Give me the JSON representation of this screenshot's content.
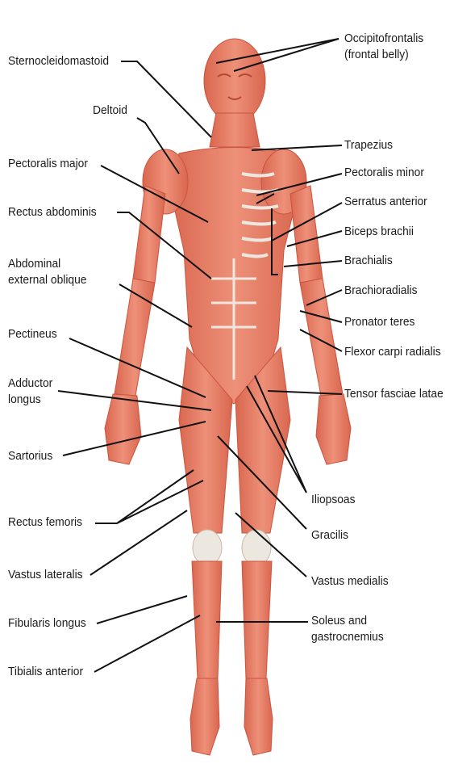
{
  "figure": {
    "colors": {
      "muscle": "#e8806a",
      "muscle_dark": "#c9553f",
      "tendon": "#e6e2da",
      "bone": "#ece8e0",
      "line": "#111111"
    }
  },
  "labels": {
    "left": {
      "sternocleidomastoid": "Sternocleidomastoid",
      "deltoid": "Deltoid",
      "pectoralis_major": "Pectoralis major",
      "rectus_abdominis": "Rectus abdominis",
      "abdominal_external_oblique_1": "Abdominal",
      "abdominal_external_oblique_2": "external oblique",
      "pectineus": "Pectineus",
      "adductor_longus_1": "Adductor",
      "adductor_longus_2": "longus",
      "sartorius": "Sartorius",
      "rectus_femoris": "Rectus femoris",
      "vastus_lateralis": "Vastus lateralis",
      "fibularis_longus": "Fibularis longus",
      "tibialis_anterior": "Tibialis anterior"
    },
    "right": {
      "occipitofrontalis_1": "Occipitofrontalis",
      "occipitofrontalis_2": "(frontal belly)",
      "trapezius": "Trapezius",
      "pectoralis_minor": "Pectoralis minor",
      "serratus_anterior": "Serratus anterior",
      "biceps_brachii": "Biceps brachii",
      "brachialis": "Brachialis",
      "brachioradialis": "Brachioradialis",
      "pronator_teres": "Pronator teres",
      "flexor_carpi_radialis": "Flexor carpi radialis",
      "tensor_fasciae_latae": "Tensor fasciae latae",
      "iliopsoas": "Iliopsoas",
      "gracilis": "Gracilis",
      "vastus_medialis": "Vastus medialis",
      "soleus_gastrocnemius_1": "Soleus and",
      "soleus_gastrocnemius_2": "gastrocnemius"
    }
  }
}
